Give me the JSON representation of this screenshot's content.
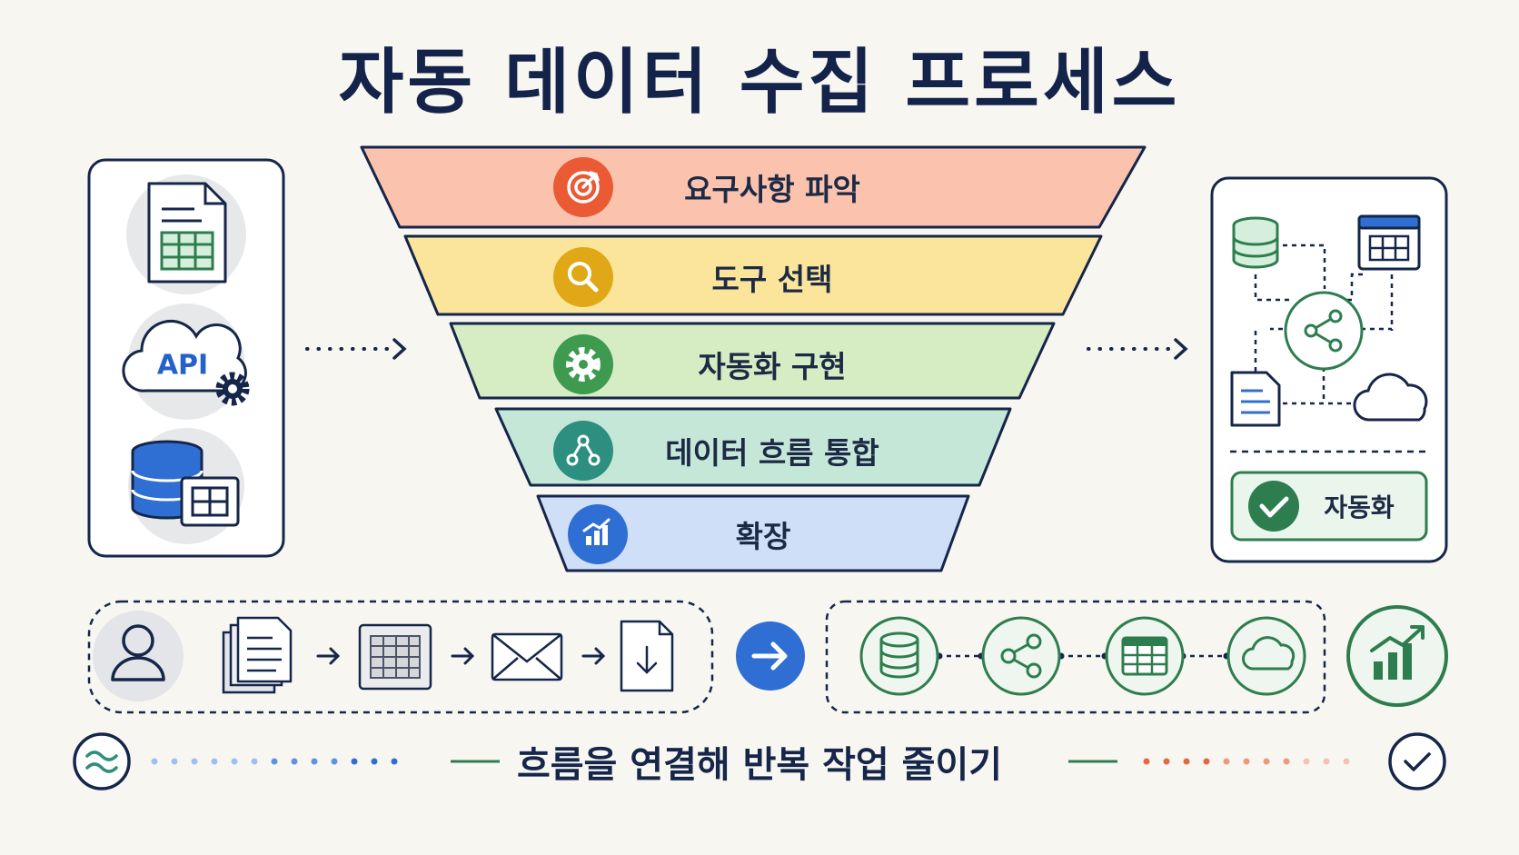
{
  "title": "자동 데이터 수집 프로세스",
  "funnel": {
    "stages": [
      {
        "label": "요구사항 파악",
        "icon": "target-icon",
        "fill": "#fbc3ad",
        "icon_color": "#e95a35"
      },
      {
        "label": "도구 선택",
        "icon": "search-icon",
        "fill": "#fbe59a",
        "icon_color": "#e0a816"
      },
      {
        "label": "자동화 구현",
        "icon": "gear-icon",
        "fill": "#d6ecc3",
        "icon_color": "#3d9a4e"
      },
      {
        "label": "데이터 흐름 통합",
        "icon": "network-icon",
        "fill": "#c5e7d8",
        "icon_color": "#2c8f7f"
      },
      {
        "label": "확장",
        "icon": "growth-chart-icon",
        "fill": "#cfdff7",
        "icon_color": "#2f6fd3"
      }
    ]
  },
  "sources": {
    "api_label": "API",
    "icons": [
      "spreadsheet-file-icon",
      "api-cloud-icon",
      "database-table-icon"
    ]
  },
  "output": {
    "status_label": "자동화",
    "icons": [
      "database-icon",
      "table-icon",
      "share-hub-icon",
      "document-icon",
      "cloud-icon",
      "check-icon"
    ]
  },
  "manual_flow": {
    "icons": [
      "user-icon",
      "documents-icon",
      "spreadsheet-icon",
      "mail-icon",
      "download-file-icon"
    ]
  },
  "auto_flow": {
    "icons": [
      "database-icon",
      "share-icon",
      "table-icon",
      "cloud-icon"
    ],
    "result_icon": "growth-chart-icon"
  },
  "footer": {
    "tagline": "흐름을 연결해 반복 작업 줄이기",
    "left_icon": "wave-icon",
    "right_icon": "check-circle-icon"
  },
  "colors": {
    "navy": "#15264a",
    "blue": "#2f6fd3",
    "green": "#2e7d4f",
    "orange": "#e98a63"
  }
}
